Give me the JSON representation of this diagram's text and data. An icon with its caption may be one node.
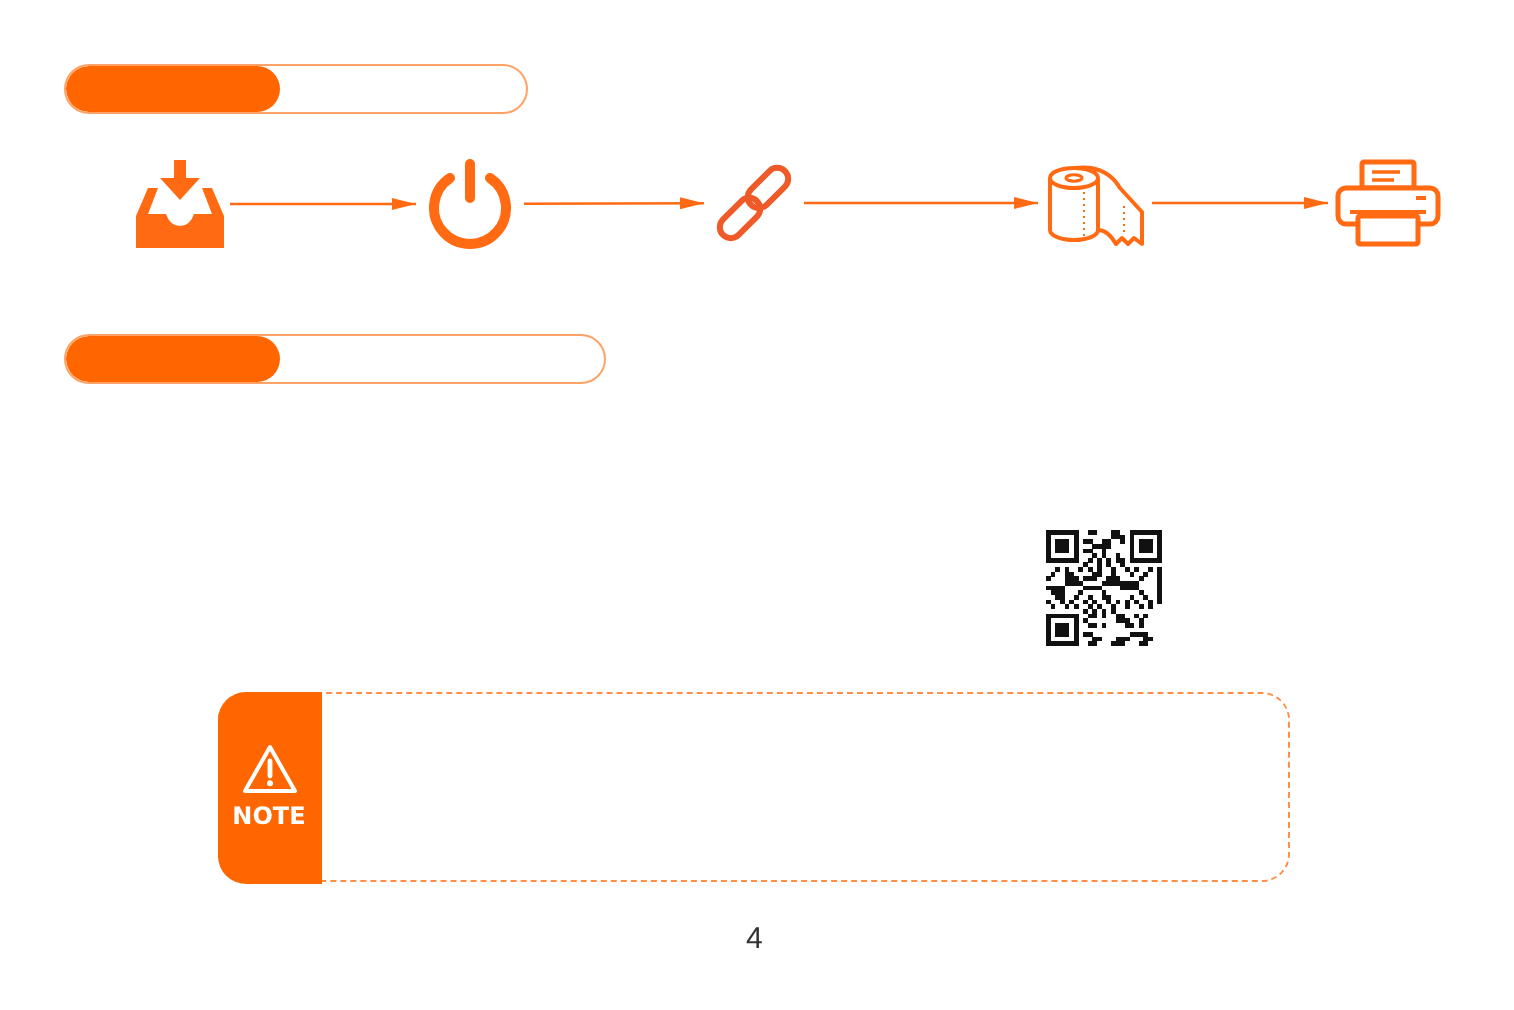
{
  "diagram": {
    "nodes": [
      {
        "text": [],
        "shape": "picture"
      },
      {
        "text": [],
        "shape": "picture"
      },
      {
        "text": [],
        "shape": "picture"
      },
      {
        "text": [],
        "shape": "picture"
      },
      {
        "text": [],
        "shape": "picture"
      },
      {
        "text": [
          "NOTE"
        ]
      }
    ],
    "edges": [
      {
        "from": 0,
        "to": 1,
        "arrow": "to"
      },
      {
        "from": 1,
        "to": 2,
        "arrow": "to"
      },
      {
        "from": 2,
        "to": 3,
        "arrow": "to"
      },
      {
        "from": 3,
        "to": 4,
        "arrow": "to"
      }
    ],
    "labels": [
      "4"
    ]
  }
}
